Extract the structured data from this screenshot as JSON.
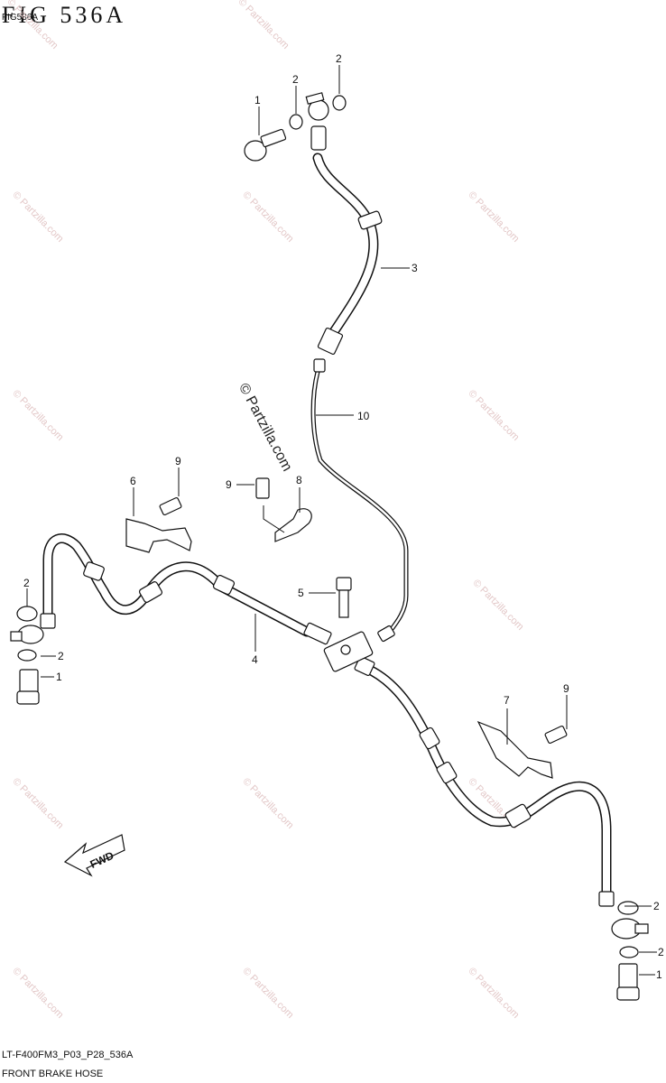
{
  "header": {
    "title": "FIG 536A",
    "subcode": "FIG536A"
  },
  "footer": {
    "code": "LT-F400FM3_P03_P28_536A",
    "title": "FRONT BRAKE HOSE"
  },
  "watermarks": {
    "small": "© Partzilla.com",
    "center": "© Partzilla.com"
  },
  "fwd_label": "FWD",
  "callouts": {
    "c1_top": "1",
    "c2_top_a": "2",
    "c2_top_b": "2",
    "c3": "3",
    "c10": "10",
    "c9_a": "9",
    "c6": "6",
    "c9_b": "9",
    "c8": "8",
    "c2_left_a": "2",
    "c2_left_b": "2",
    "c1_left": "1",
    "c5": "5",
    "c4": "4",
    "c7": "7",
    "c9_c": "9",
    "c2_right_a": "2",
    "c2_right_b": "2",
    "c1_right": "1"
  },
  "colors": {
    "line": "#111111",
    "watermark": "#e3c8c8"
  }
}
